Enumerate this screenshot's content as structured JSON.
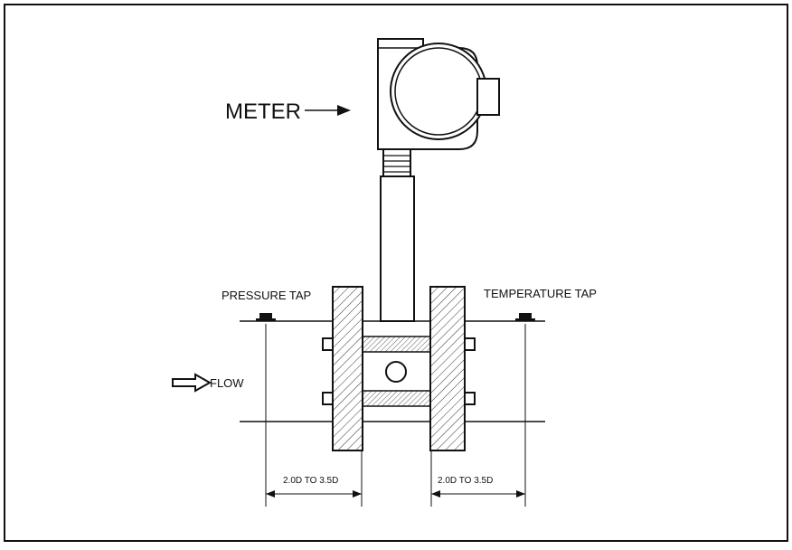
{
  "labels": {
    "meter": "METER",
    "pressure_tap": "PRESSURE TAP",
    "temperature_tap": "TEMPERATURE TAP",
    "flow": "FLOW",
    "dim_left": "2.0D TO 3.5D",
    "dim_right": "2.0D TO 3.5D"
  },
  "colors": {
    "line": "#111111",
    "background": "#ffffff"
  }
}
